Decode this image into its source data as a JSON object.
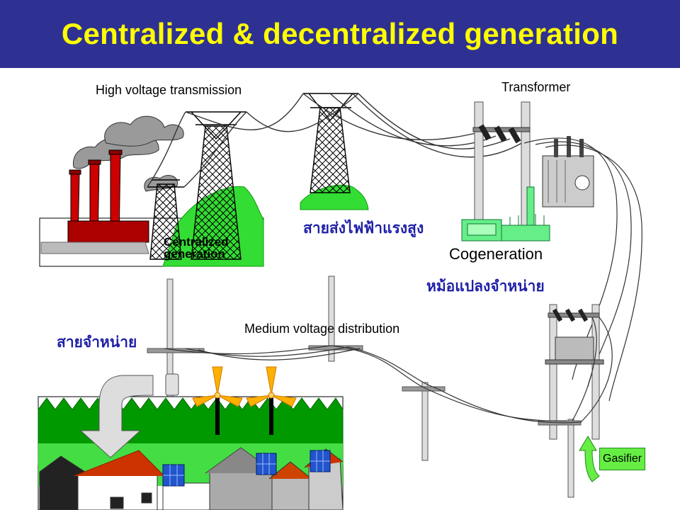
{
  "title": "Centralized & decentralized generation",
  "labels": {
    "high_voltage": "High voltage transmission",
    "transformer": "Transformer",
    "cogeneration": "Cogeneration",
    "centralized": "Centralized generation",
    "medium_voltage": "Medium voltage distribution",
    "gasifier": "Gasifier"
  },
  "thai_labels": {
    "hv_line": "สายส่งไฟฟ้าแรงสูง",
    "dist_transformer": "หม้อแปลงจำหน่าย",
    "dist_line": "สายจำหน่าย"
  },
  "colors": {
    "title_bg": "#2e3192",
    "title_text": "#ffff00",
    "thai_text": "#1f1fa8",
    "hill": "#33dd33",
    "stack": "#cc0000",
    "turbine": "#ffb000",
    "gasifier": "#66ee44"
  }
}
